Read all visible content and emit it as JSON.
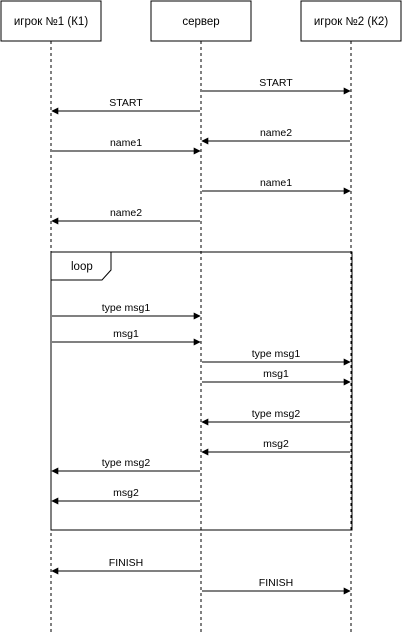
{
  "participants": [
    {
      "id": "p1",
      "label": "игрок №1 (К1)"
    },
    {
      "id": "srv",
      "label": "сервер"
    },
    {
      "id": "p2",
      "label": "игрок №2 (К2)"
    }
  ],
  "messages": [
    {
      "from": "srv",
      "to": "p2",
      "label": "START"
    },
    {
      "from": "srv",
      "to": "p1",
      "label": "START"
    },
    {
      "from": "p2",
      "to": "srv",
      "label": "name2"
    },
    {
      "from": "p1",
      "to": "srv",
      "label": "name1"
    },
    {
      "from": "srv",
      "to": "p2",
      "label": "name1"
    },
    {
      "from": "srv",
      "to": "p1",
      "label": "name2"
    },
    {
      "from": "p1",
      "to": "srv",
      "label": "type msg1"
    },
    {
      "from": "p1",
      "to": "srv",
      "label": "msg1"
    },
    {
      "from": "srv",
      "to": "p2",
      "label": "type msg1"
    },
    {
      "from": "srv",
      "to": "p2",
      "label": "msg1"
    },
    {
      "from": "p2",
      "to": "srv",
      "label": "type msg2"
    },
    {
      "from": "p2",
      "to": "srv",
      "label": "msg2"
    },
    {
      "from": "srv",
      "to": "p1",
      "label": "type msg2"
    },
    {
      "from": "srv",
      "to": "p1",
      "label": "msg2"
    },
    {
      "from": "srv",
      "to": "p1",
      "label": "FINISH"
    },
    {
      "from": "srv",
      "to": "p2",
      "label": "FINISH"
    }
  ],
  "fragment": {
    "label": "loop"
  }
}
